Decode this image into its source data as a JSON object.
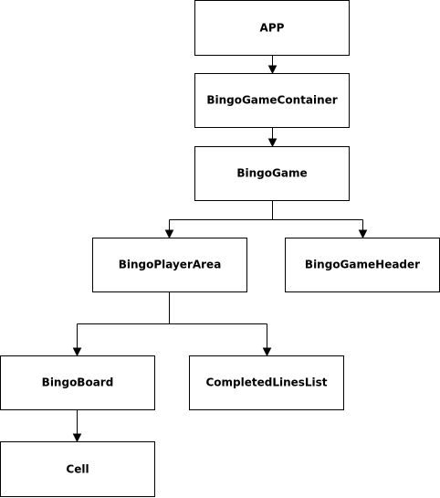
{
  "nodes": {
    "app": "APP",
    "bingo_game_container": "BingoGameContainer",
    "bingo_game": "BingoGame",
    "bingo_player_area": "BingoPlayerArea",
    "bingo_game_header": "BingoGameHeader",
    "bingo_board": "BingoBoard",
    "completed_lines_list": "CompletedLinesList",
    "cell": "Cell"
  },
  "edges": [
    {
      "from": "app",
      "to": "bingo_game_container"
    },
    {
      "from": "bingo_game_container",
      "to": "bingo_game"
    },
    {
      "from": "bingo_game",
      "to": "bingo_player_area"
    },
    {
      "from": "bingo_game",
      "to": "bingo_game_header"
    },
    {
      "from": "bingo_player_area",
      "to": "bingo_board"
    },
    {
      "from": "bingo_player_area",
      "to": "completed_lines_list"
    },
    {
      "from": "bingo_board",
      "to": "cell"
    }
  ]
}
